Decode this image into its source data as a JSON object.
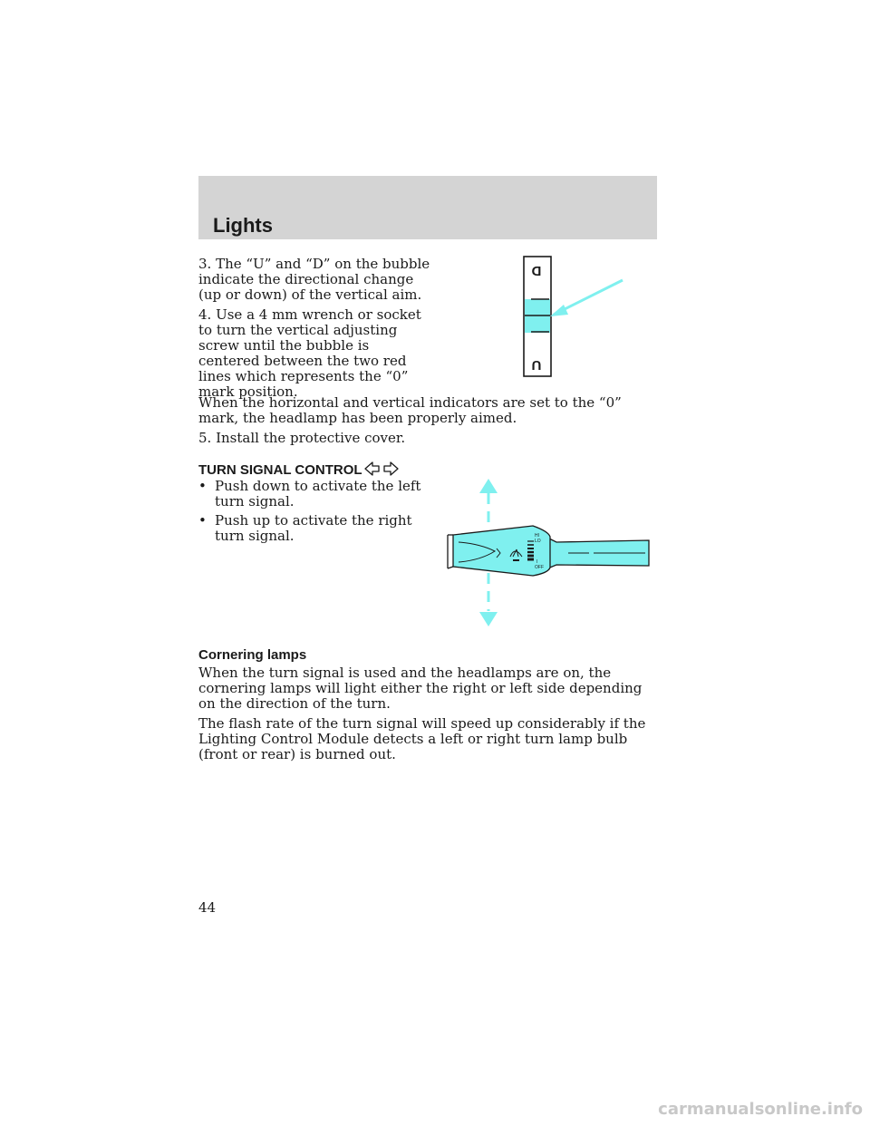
{
  "header": {
    "title": "Lights"
  },
  "paragraphs": {
    "p3": "3. The “U” and “D” on the bubble indicate the directional change (up or down) of the vertical aim.",
    "p4": "4. Use a 4 mm wrench or socket to turn the vertical adjusting screw until the bubble is centered between the two red lines which represents the “0” mark position.",
    "p_aim": "When the horizontal and vertical indicators are set to the “0” mark, the headlamp has been properly aimed.",
    "p5": "5. Install the protective cover."
  },
  "turn_signal": {
    "heading": "TURN SIGNAL CONTROL",
    "bullet_glyph": "•",
    "bullets": [
      "Push down to activate the left turn signal.",
      "Push up to activate the right turn signal."
    ]
  },
  "cornering": {
    "heading": "Cornering lamps",
    "p1": "When the turn signal is used and the headlamps are on, the cornering lamps will light either the right or left side depending on the direction of the turn.",
    "p2": "The flash rate of the turn signal will speed up considerably if the Lighting Control Module detects a left or right turn lamp bulb (front or rear) is burned out."
  },
  "bubble_gauge": {
    "top_letter": "D",
    "bottom_letter": "U"
  },
  "stalk": {
    "label_hi": "HI",
    "label_lo": "LO",
    "label_i": "I",
    "label_off": "OFF"
  },
  "footer": {
    "page_number": "44",
    "watermark": "carmanualsonline.info"
  },
  "colors": {
    "accent": "#7ff0ef",
    "header_band": "#d4d4d4",
    "line": "#1a1a1a"
  },
  "icons": [
    "turn-arrows-icon"
  ]
}
